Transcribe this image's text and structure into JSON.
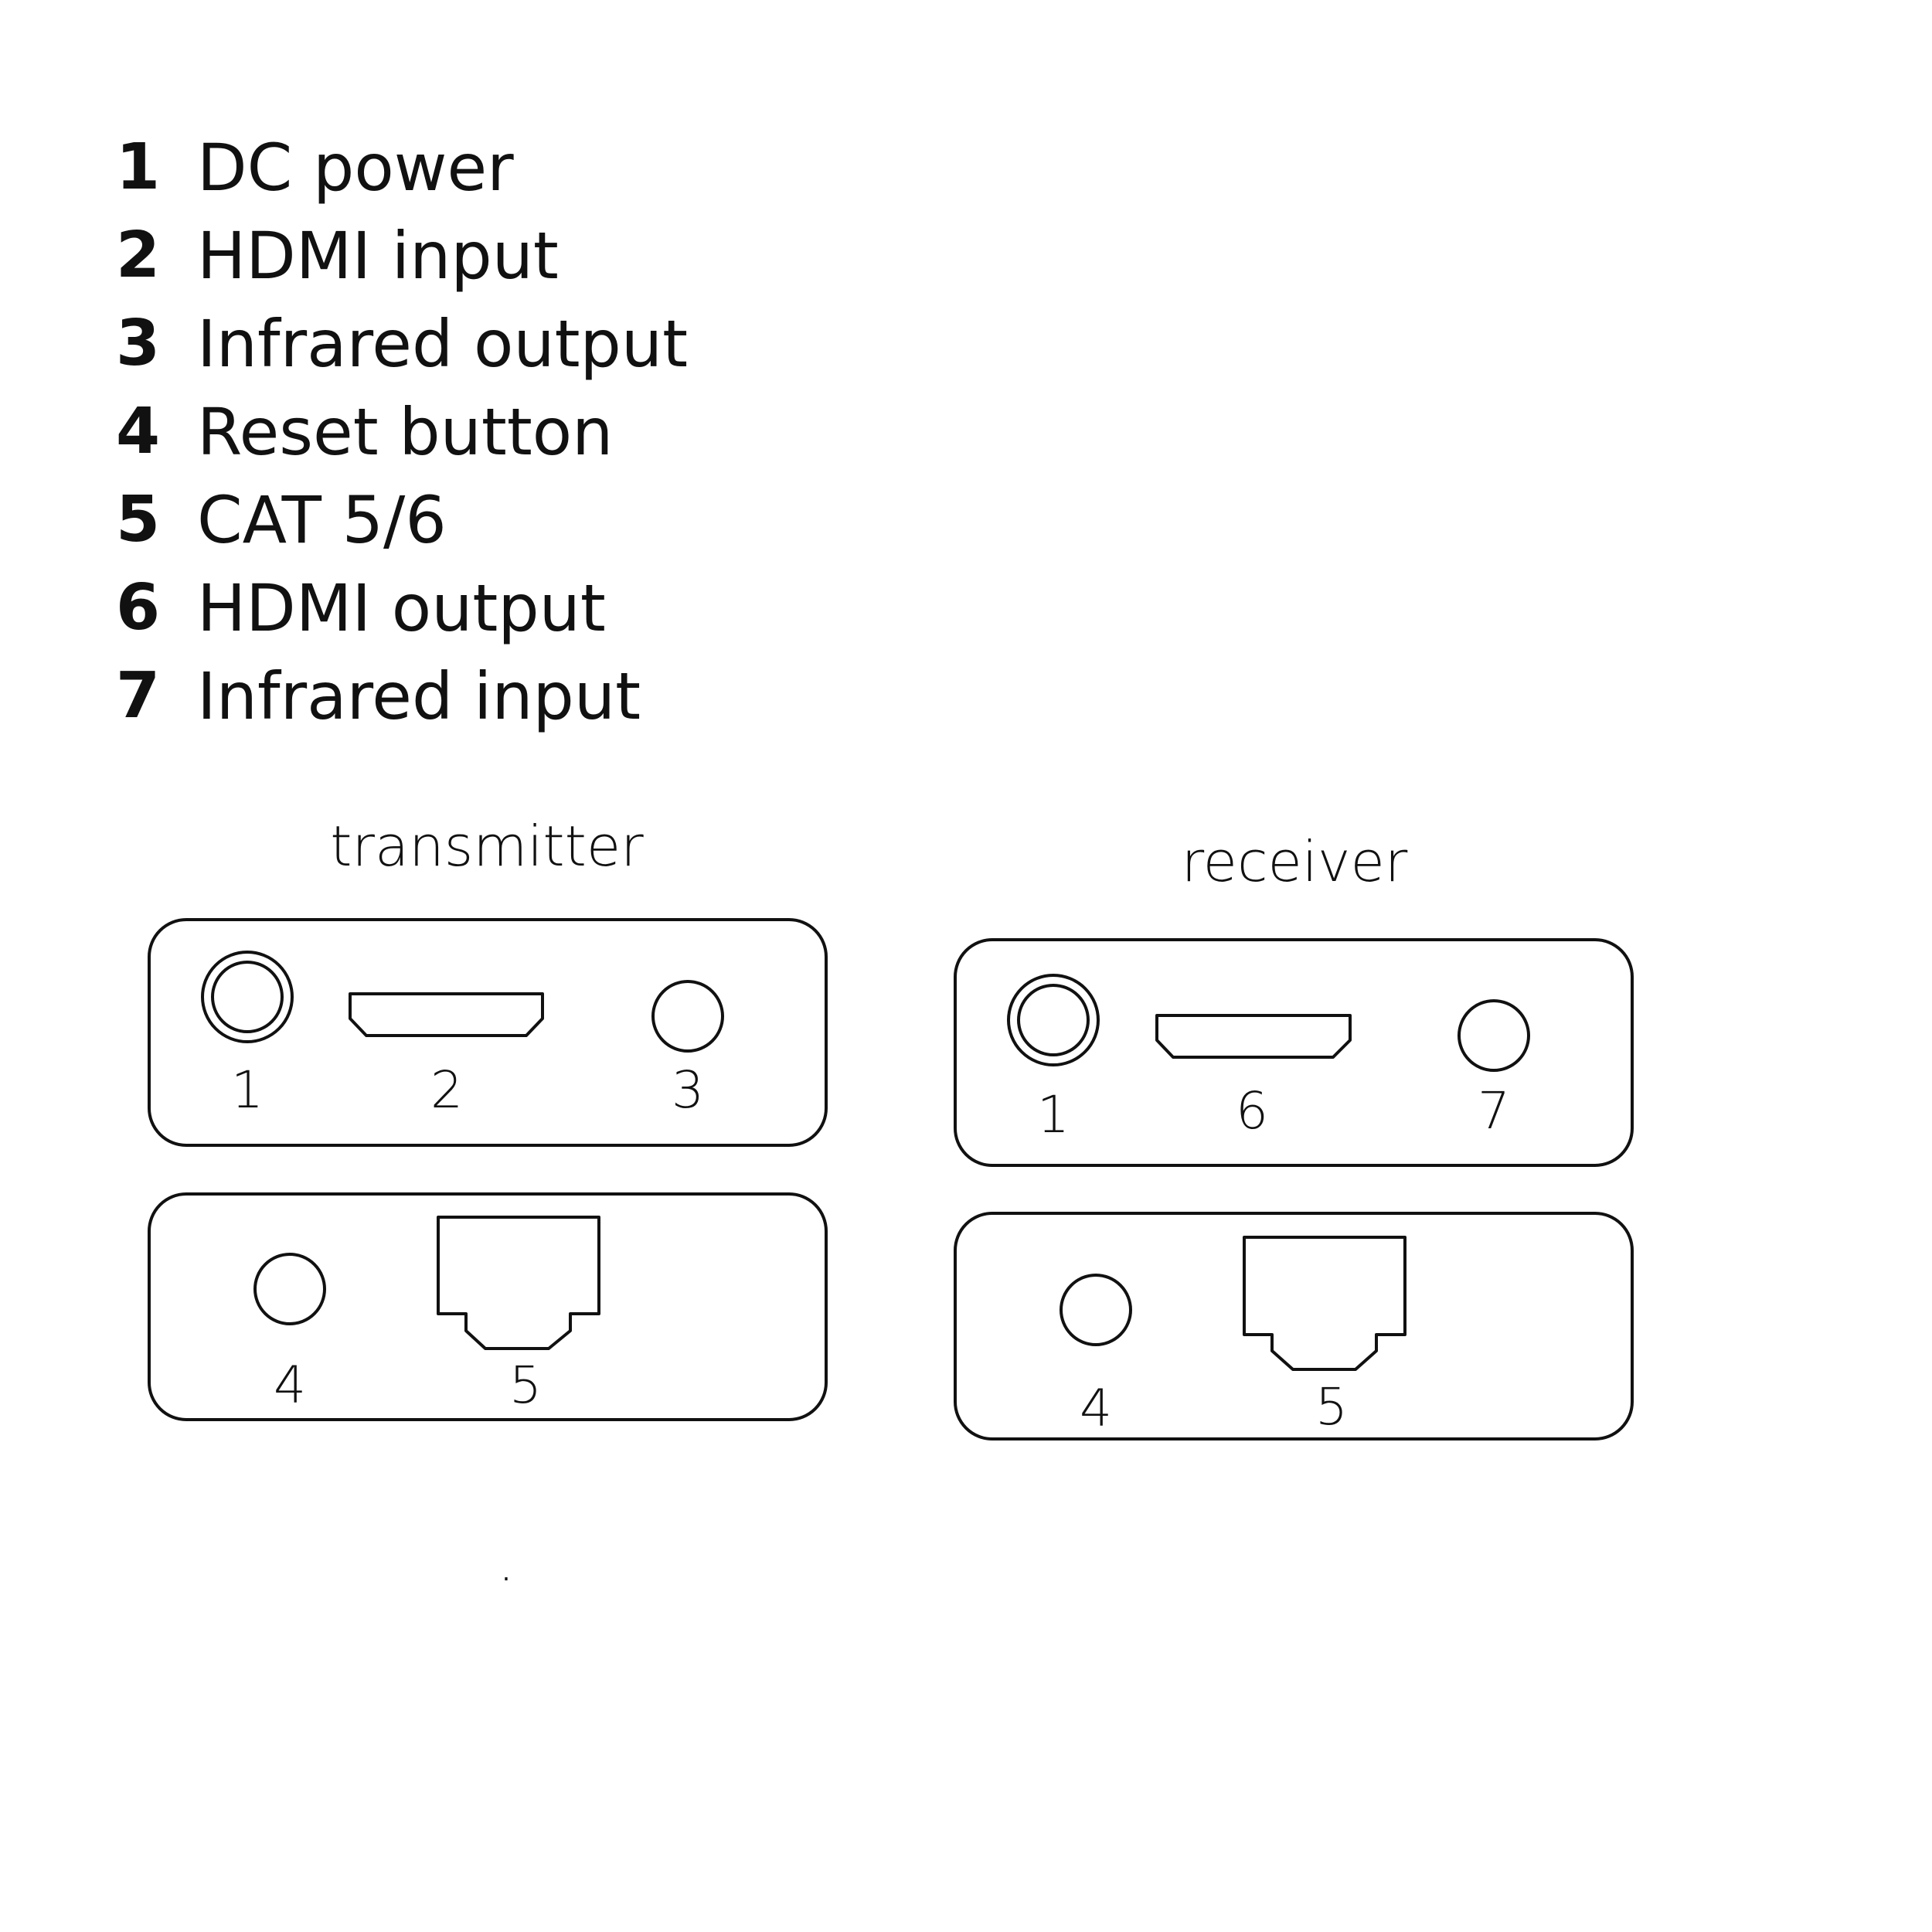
{
  "legend": {
    "items": [
      {
        "number": "1",
        "label": "DC power"
      },
      {
        "number": "2",
        "label": "HDMI input"
      },
      {
        "number": "3",
        "label": "Infrared output"
      },
      {
        "number": "4",
        "label": "Reset button"
      },
      {
        "number": "5",
        "label": "CAT 5/6"
      },
      {
        "number": "6",
        "label": "HDMI output"
      },
      {
        "number": "7",
        "label": "Infrared input"
      }
    ]
  },
  "transmitter": {
    "title": "transmitter",
    "front_ports": [
      "1",
      "2",
      "3"
    ],
    "rear_ports": [
      "4",
      "5"
    ]
  },
  "receiver": {
    "title": "receiver",
    "front_ports": [
      "1",
      "6",
      "7"
    ],
    "rear_ports": [
      "4",
      "5"
    ]
  },
  "footer": {
    "dot": "."
  },
  "colors": {
    "line": "#111111",
    "background": "#ffffff"
  }
}
